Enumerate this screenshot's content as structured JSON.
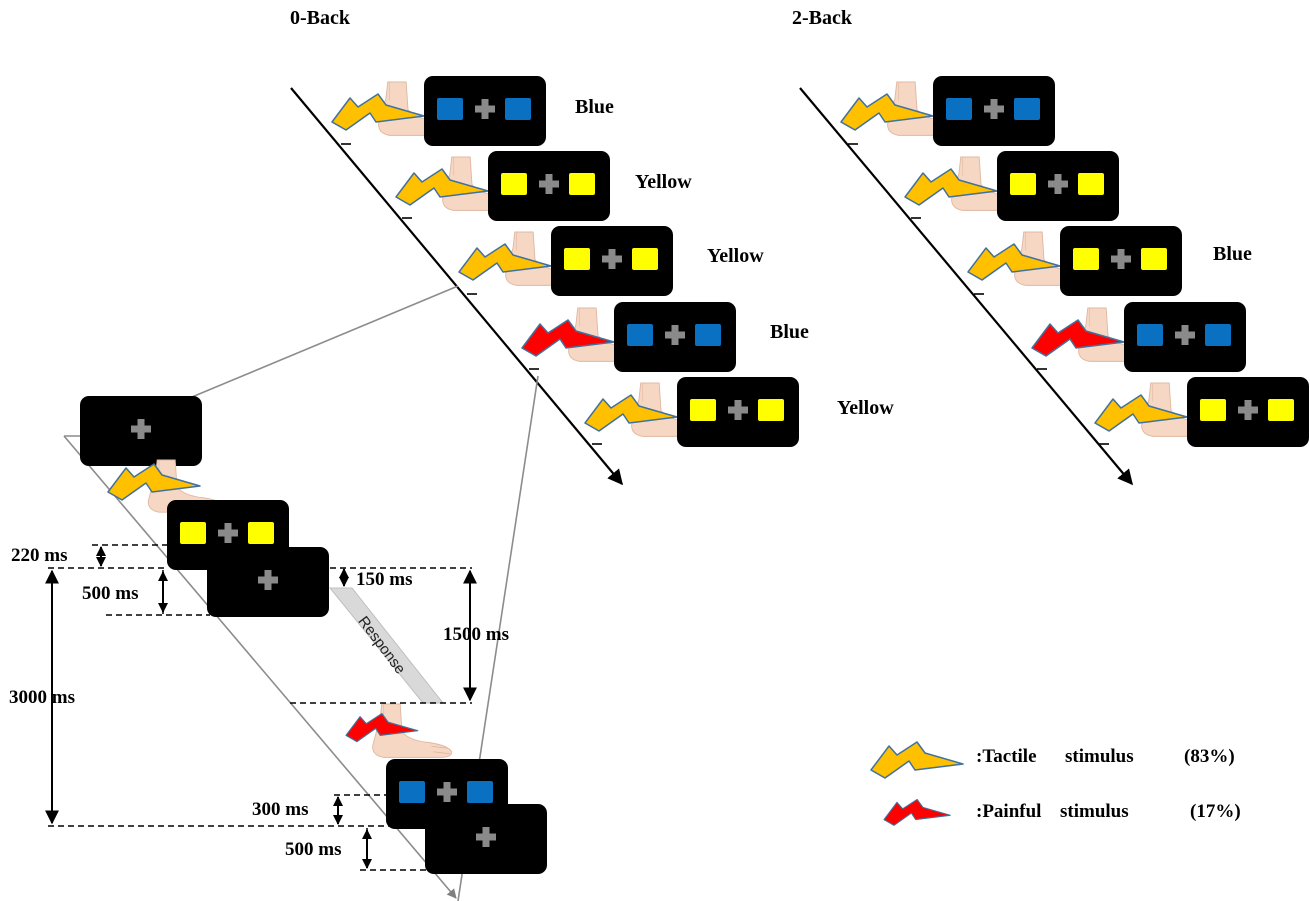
{
  "panels": {
    "zero_back": {
      "title": "0-Back",
      "trials": [
        {
          "screen": "blue",
          "stimulus": "tactile",
          "response": "Blue"
        },
        {
          "screen": "yellow",
          "stimulus": "tactile",
          "response": "Yellow"
        },
        {
          "screen": "yellow",
          "stimulus": "tactile",
          "response": "Yellow"
        },
        {
          "screen": "blue",
          "stimulus": "painful",
          "response": "Blue"
        },
        {
          "screen": "yellow",
          "stimulus": "tactile",
          "response": "Yellow"
        }
      ]
    },
    "two_back": {
      "title": "2-Back",
      "trials": [
        {
          "screen": "blue",
          "stimulus": "tactile",
          "response": ""
        },
        {
          "screen": "yellow",
          "stimulus": "tactile",
          "response": ""
        },
        {
          "screen": "yellow",
          "stimulus": "tactile",
          "response": "Blue"
        },
        {
          "screen": "blue",
          "stimulus": "painful",
          "response": ""
        },
        {
          "screen": "yellow",
          "stimulus": "tactile",
          "response": ""
        }
      ]
    }
  },
  "timing": {
    "t220": "220 ms",
    "t500a": "500 ms",
    "t150": "150 ms",
    "t1500": "1500 ms",
    "t3000": "3000 ms",
    "t300": "300 ms",
    "t500b": "500 ms",
    "response_label": "Response"
  },
  "legend": {
    "tactile_label": ":Tactile",
    "tactile_word": "stimulus",
    "tactile_pct": "(83%)",
    "painful_label": ":Painful",
    "painful_word": "stimulus",
    "painful_pct": "(17%)"
  },
  "colors": {
    "blue_square": "#0a70c2",
    "yellow_square": "#ffff00",
    "screen_bg": "#000000",
    "fixation": "#8a8a8a",
    "tactile_bolt": "#ffc000",
    "painful_bolt": "#ff0000",
    "bolt_outline": "#41719c",
    "skin": "#f6d7c4"
  }
}
